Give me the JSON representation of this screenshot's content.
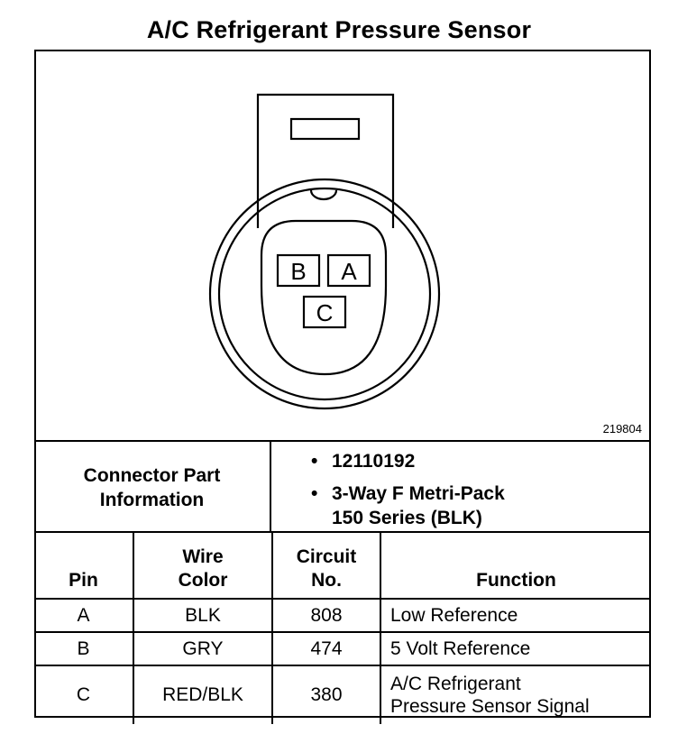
{
  "title": "A/C Refrigerant Pressure Sensor",
  "figure_id": "219804",
  "connector": {
    "pins": [
      "B",
      "A",
      "C"
    ]
  },
  "connector_info": {
    "label_line1": "Connector Part",
    "label_line2": "Information",
    "items": [
      {
        "bullet": "•",
        "line1": "12110192",
        "line2": ""
      },
      {
        "bullet": "•",
        "line1": "3-Way F Metri-Pack",
        "line2": "150 Series (BLK)"
      }
    ]
  },
  "table": {
    "headers": {
      "pin": "Pin",
      "wire_line1": "Wire",
      "wire_line2": "Color",
      "circuit_line1": "Circuit",
      "circuit_line2": "No.",
      "function": "Function"
    },
    "rows": [
      {
        "pin": "A",
        "color": "BLK",
        "circuit": "808",
        "function_line1": "Low Reference",
        "function_line2": ""
      },
      {
        "pin": "B",
        "color": "GRY",
        "circuit": "474",
        "function_line1": "5 Volt Reference",
        "function_line2": ""
      },
      {
        "pin": "C",
        "color": "RED/BLK",
        "circuit": "380",
        "function_line1": "A/C Refrigerant",
        "function_line2": "Pressure Sensor Signal"
      }
    ]
  }
}
